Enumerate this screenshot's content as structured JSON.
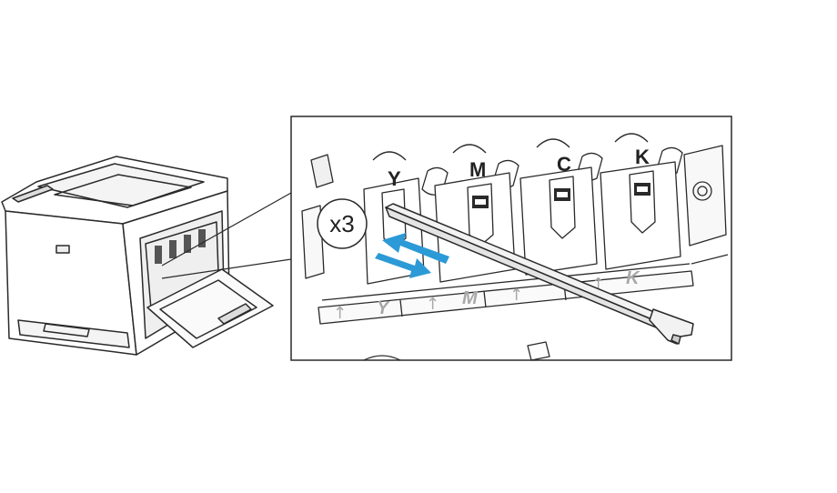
{
  "repeat_badge": "x3",
  "cartridge_labels": [
    "Y",
    "M",
    "C",
    "K"
  ],
  "slot_labels": [
    "Y",
    "M",
    "K"
  ],
  "slot_arrow_glyph": "↑",
  "colors": {
    "line": "#2a2a2a",
    "motion_arrow": "#2c9ad6",
    "slot_text": "#a8a8a8",
    "tool_fill": "#f2f2f2"
  }
}
